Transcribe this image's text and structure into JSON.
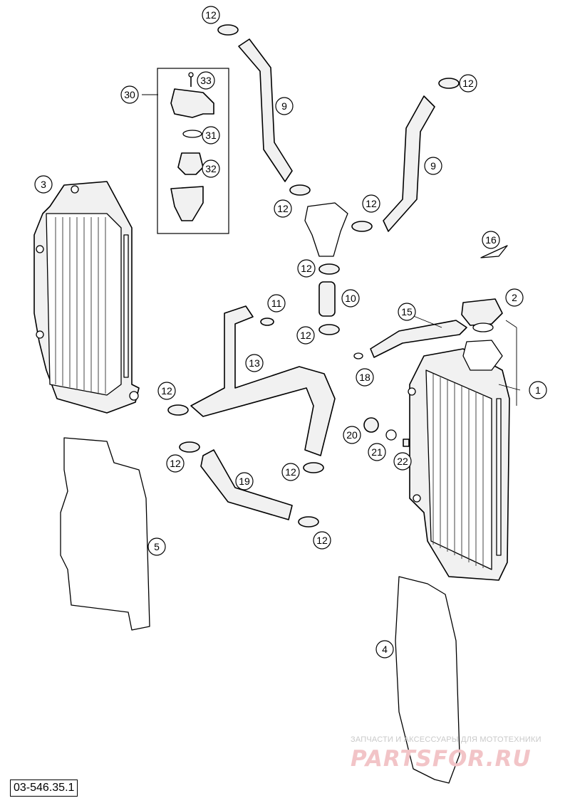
{
  "diagram": {
    "code": "03-546.35.1",
    "watermark": {
      "tagline": "ЗАПЧАСТИ И АКСЕССУАРЫ ДЛЯ МОТОТЕХНИКИ",
      "logo": "PARTSFOR.RU"
    },
    "callouts": [
      {
        "id": "c1",
        "number": "1"
      },
      {
        "id": "c2",
        "number": "2"
      },
      {
        "id": "c3",
        "number": "3"
      },
      {
        "id": "c4",
        "number": "4"
      },
      {
        "id": "c5",
        "number": "5"
      },
      {
        "id": "c9a",
        "number": "9"
      },
      {
        "id": "c9b",
        "number": "9"
      },
      {
        "id": "c10",
        "number": "10"
      },
      {
        "id": "c11",
        "number": "11"
      },
      {
        "id": "c12a",
        "number": "12"
      },
      {
        "id": "c12b",
        "number": "12"
      },
      {
        "id": "c12c",
        "number": "12"
      },
      {
        "id": "c12d",
        "number": "12"
      },
      {
        "id": "c12e",
        "number": "12"
      },
      {
        "id": "c12f",
        "number": "12"
      },
      {
        "id": "c12g",
        "number": "12"
      },
      {
        "id": "c12h",
        "number": "12"
      },
      {
        "id": "c12i",
        "number": "12"
      },
      {
        "id": "c12j",
        "number": "12"
      },
      {
        "id": "c13",
        "number": "13"
      },
      {
        "id": "c15",
        "number": "15"
      },
      {
        "id": "c16",
        "number": "16"
      },
      {
        "id": "c18",
        "number": "18"
      },
      {
        "id": "c19",
        "number": "19"
      },
      {
        "id": "c20",
        "number": "20"
      },
      {
        "id": "c21",
        "number": "21"
      },
      {
        "id": "c22",
        "number": "22"
      },
      {
        "id": "c30",
        "number": "30"
      },
      {
        "id": "c31",
        "number": "31"
      },
      {
        "id": "c32",
        "number": "32"
      },
      {
        "id": "c33",
        "number": "33"
      }
    ]
  }
}
